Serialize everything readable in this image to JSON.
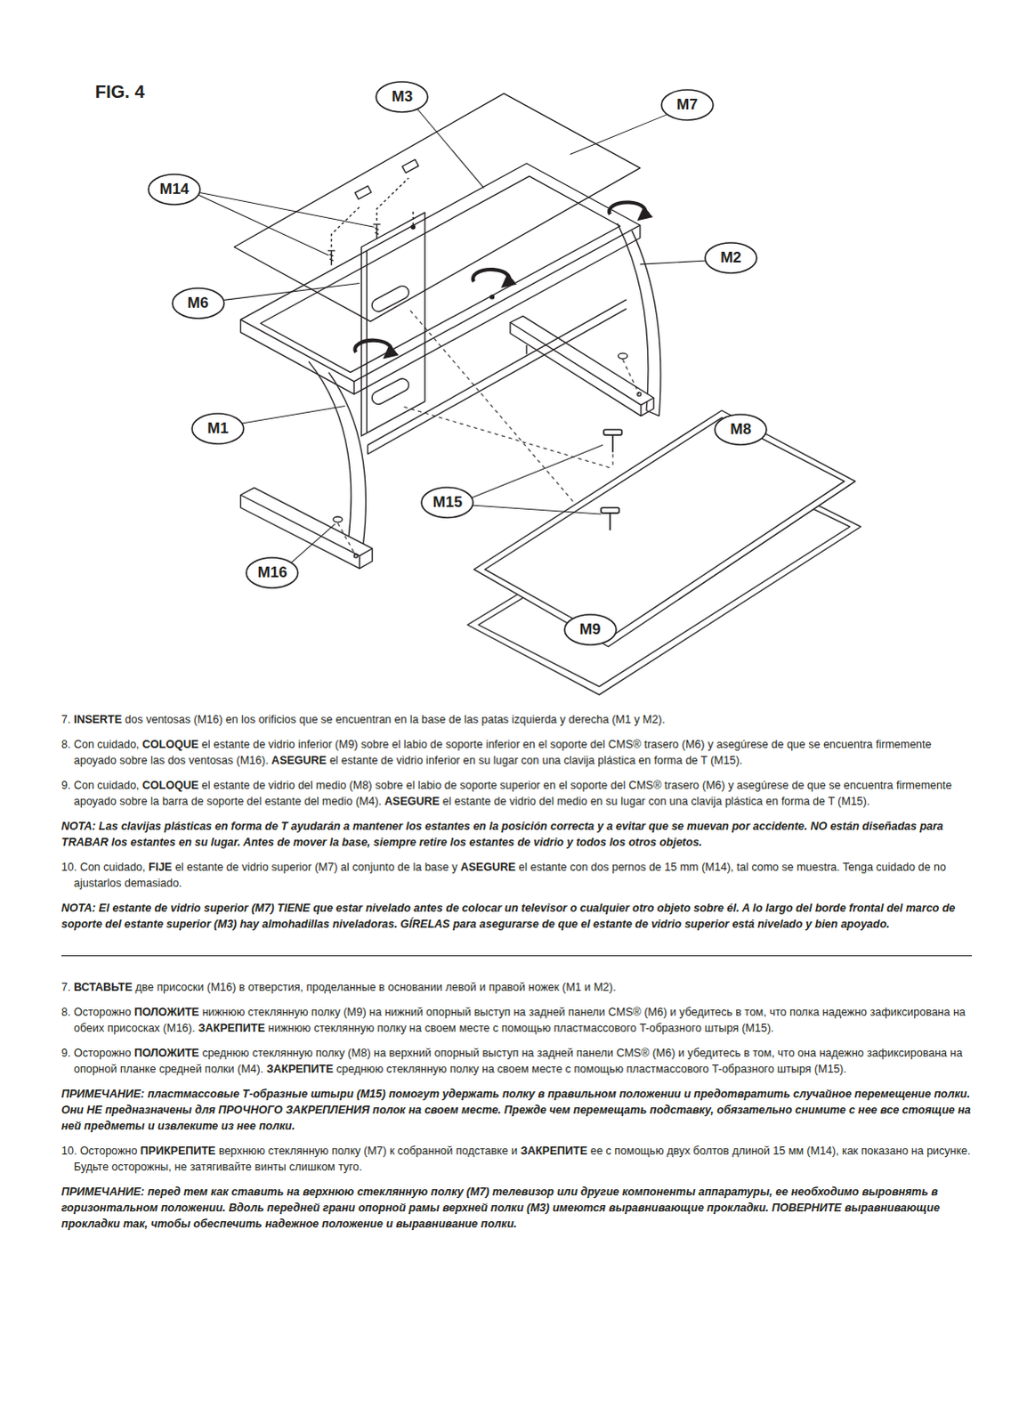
{
  "diagram": {
    "title": "FIG. 4",
    "nodes": [
      {
        "text": [
          "M3"
        ]
      },
      {
        "text": [
          "M7"
        ]
      },
      {
        "text": [
          "M14"
        ]
      },
      {
        "text": [
          "M2"
        ]
      },
      {
        "text": [
          "M6"
        ]
      },
      {
        "text": [
          "M1"
        ]
      },
      {
        "text": [
          "M8"
        ]
      },
      {
        "text": [
          "M15"
        ]
      },
      {
        "text": [
          "M16"
        ]
      },
      {
        "text": [
          "M9"
        ]
      }
    ],
    "labels": [
      "7.",
      "INSERTE",
      "dos ventosas (M16) en los orificios que se encuentran en la base de las patas izquierda y derecha (M1 y M2).",
      "8.",
      "Con cuidado,",
      "COLOQUE",
      "el estante de vidrio inferior (M9) sobre el labio de soporte inferior en el soporte del CMS® trasero (M6) y asegúrese de que se encuentra firmemente apoyado sobre las dos ventosas (M16).",
      "ASEGURE",
      "el estante de vidrio inferior en su lugar con una clavija plástica en forma de T (M15).",
      "9.",
      "Con cuidado,",
      "COLOQUE",
      "el estante de vidrio del medio (M8) sobre el labio de soporte superior en el soporte del CMS® trasero (M6) y asegúrese de que se encuentra firmemente apoyado sobre la barra de soporte del estante del medio (M4).",
      "ASEGURE",
      "el estante de vidrio del medio en su lugar con una clavija plástica en forma de T (M15).",
      "NOTA: Las clavijas plásticas en forma de T ayudarán a mantener los estantes en la posición correcta y a evitar que se muevan por accidente. NO están diseñadas para TRABAR los estantes en su lugar. Antes de mover la base, siempre retire los estantes de vidrio y todos los otros objetos.",
      "10.",
      "Con cuidado,",
      "FIJE",
      "el estante de vidrio superior (M7) al conjunto de la base y",
      "ASEGURE",
      "el estante con dos pernos de 15 mm (M14), tal como se muestra. Tenga cuidado de no ajustarlos demasiado.",
      "NOTA: El estante de vidrio superior (M7) TIENE que estar nivelado antes de colocar un televisor o cualquier otro objeto sobre él. A lo largo del borde frontal del marco de soporte del estante superior (M3) hay almohadillas niveladoras. GÍRELAS para asegurarse de que el estante de vidrio superior está nivelado y bien apoyado.",
      "7.",
      "ВСТАВЬТЕ",
      "две присоски (M16) в отверстия, проделанные в основании левой и правой ножек (M1 и M2).",
      "8.",
      "Осторожно",
      "ПОЛОЖИТЕ",
      "нижнюю стеклянную полку (M9) на нижний опорный выступ на задней панели CMS® (M6) и убедитесь в том, что полка надежно зафиксирована на обеих присосках (M16).",
      "ЗАКРЕПИТЕ",
      "нижнюю стеклянную полку на своем месте с помощью пластмассового T-образного штыря (M15).",
      "9.",
      "Осторожно",
      "ПОЛОЖИТЕ",
      "среднюю стеклянную полку (M8) на верхний опорный выступ на задней панели CMS® (M6) и убедитесь в том, что она надежно зафиксирована на опорной планке средней полки (M4).",
      "ЗАКРЕПИТЕ",
      "среднюю стеклянную полку на своем месте с помощью пластмассового T-образного штыря (M15).",
      "ПРИМЕЧАНИЕ: пластмассовые Т-образные штыри (M15) помогут удержать полку в правильном положении и предотвратить случайное перемещение полки. Они НЕ предназначены для ПРОЧНОГО ЗАКРЕПЛЕНИЯ полок на своем месте. Прежде чем перемещать подставку, обязательно снимите с нее все стоящие на ней предметы и извлеките из нее полки.",
      "10.",
      "Осторожно",
      "ПРИКРЕПИТЕ",
      "верхнюю стеклянную полку (M7) к собранной подставке и",
      "ЗАКРЕПИТЕ",
      "ее с помощью двух болтов длиной 15 мм (M14), как показано на рисунке. Будьте осторожны, не затягивайте винты слишком туго.",
      "ПРИМЕЧАНИЕ: перед тем как ставить на верхнюю стеклянную полку (M7) телевизор или другие компоненты аппаратуры, ее необходимо выровнять в горизонтальном положении. Вдоль передней грани опорной рамы верхней полки (M3) имеются выравнивающие прокладки. ПОВЕРНИТЕ выравнивающие прокладки так, чтобы обеспечить надежное положение и выравнивание полки."
    ]
  }
}
